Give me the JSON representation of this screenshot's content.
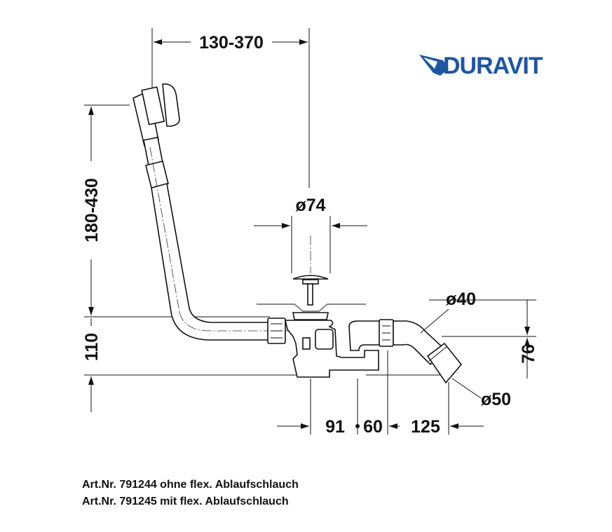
{
  "logo": {
    "text": "DURAVIT",
    "color": "#1e56a0"
  },
  "dimensions": {
    "overflow_width": "130-370",
    "overflow_height": "180-430",
    "height_110": "110",
    "plug_diameter": "ø74",
    "outlet_diameter_40": "ø40",
    "outlet_height": "76",
    "outlet_diameter_50": "ø50",
    "dist_91": "91",
    "dist_60": "60",
    "dist_125": "125"
  },
  "captions": [
    "Art.Nr. 791244 ohne flex. Ablaufschlauch",
    "Art.Nr. 791245 mit flex. Ablaufschlauch"
  ]
}
